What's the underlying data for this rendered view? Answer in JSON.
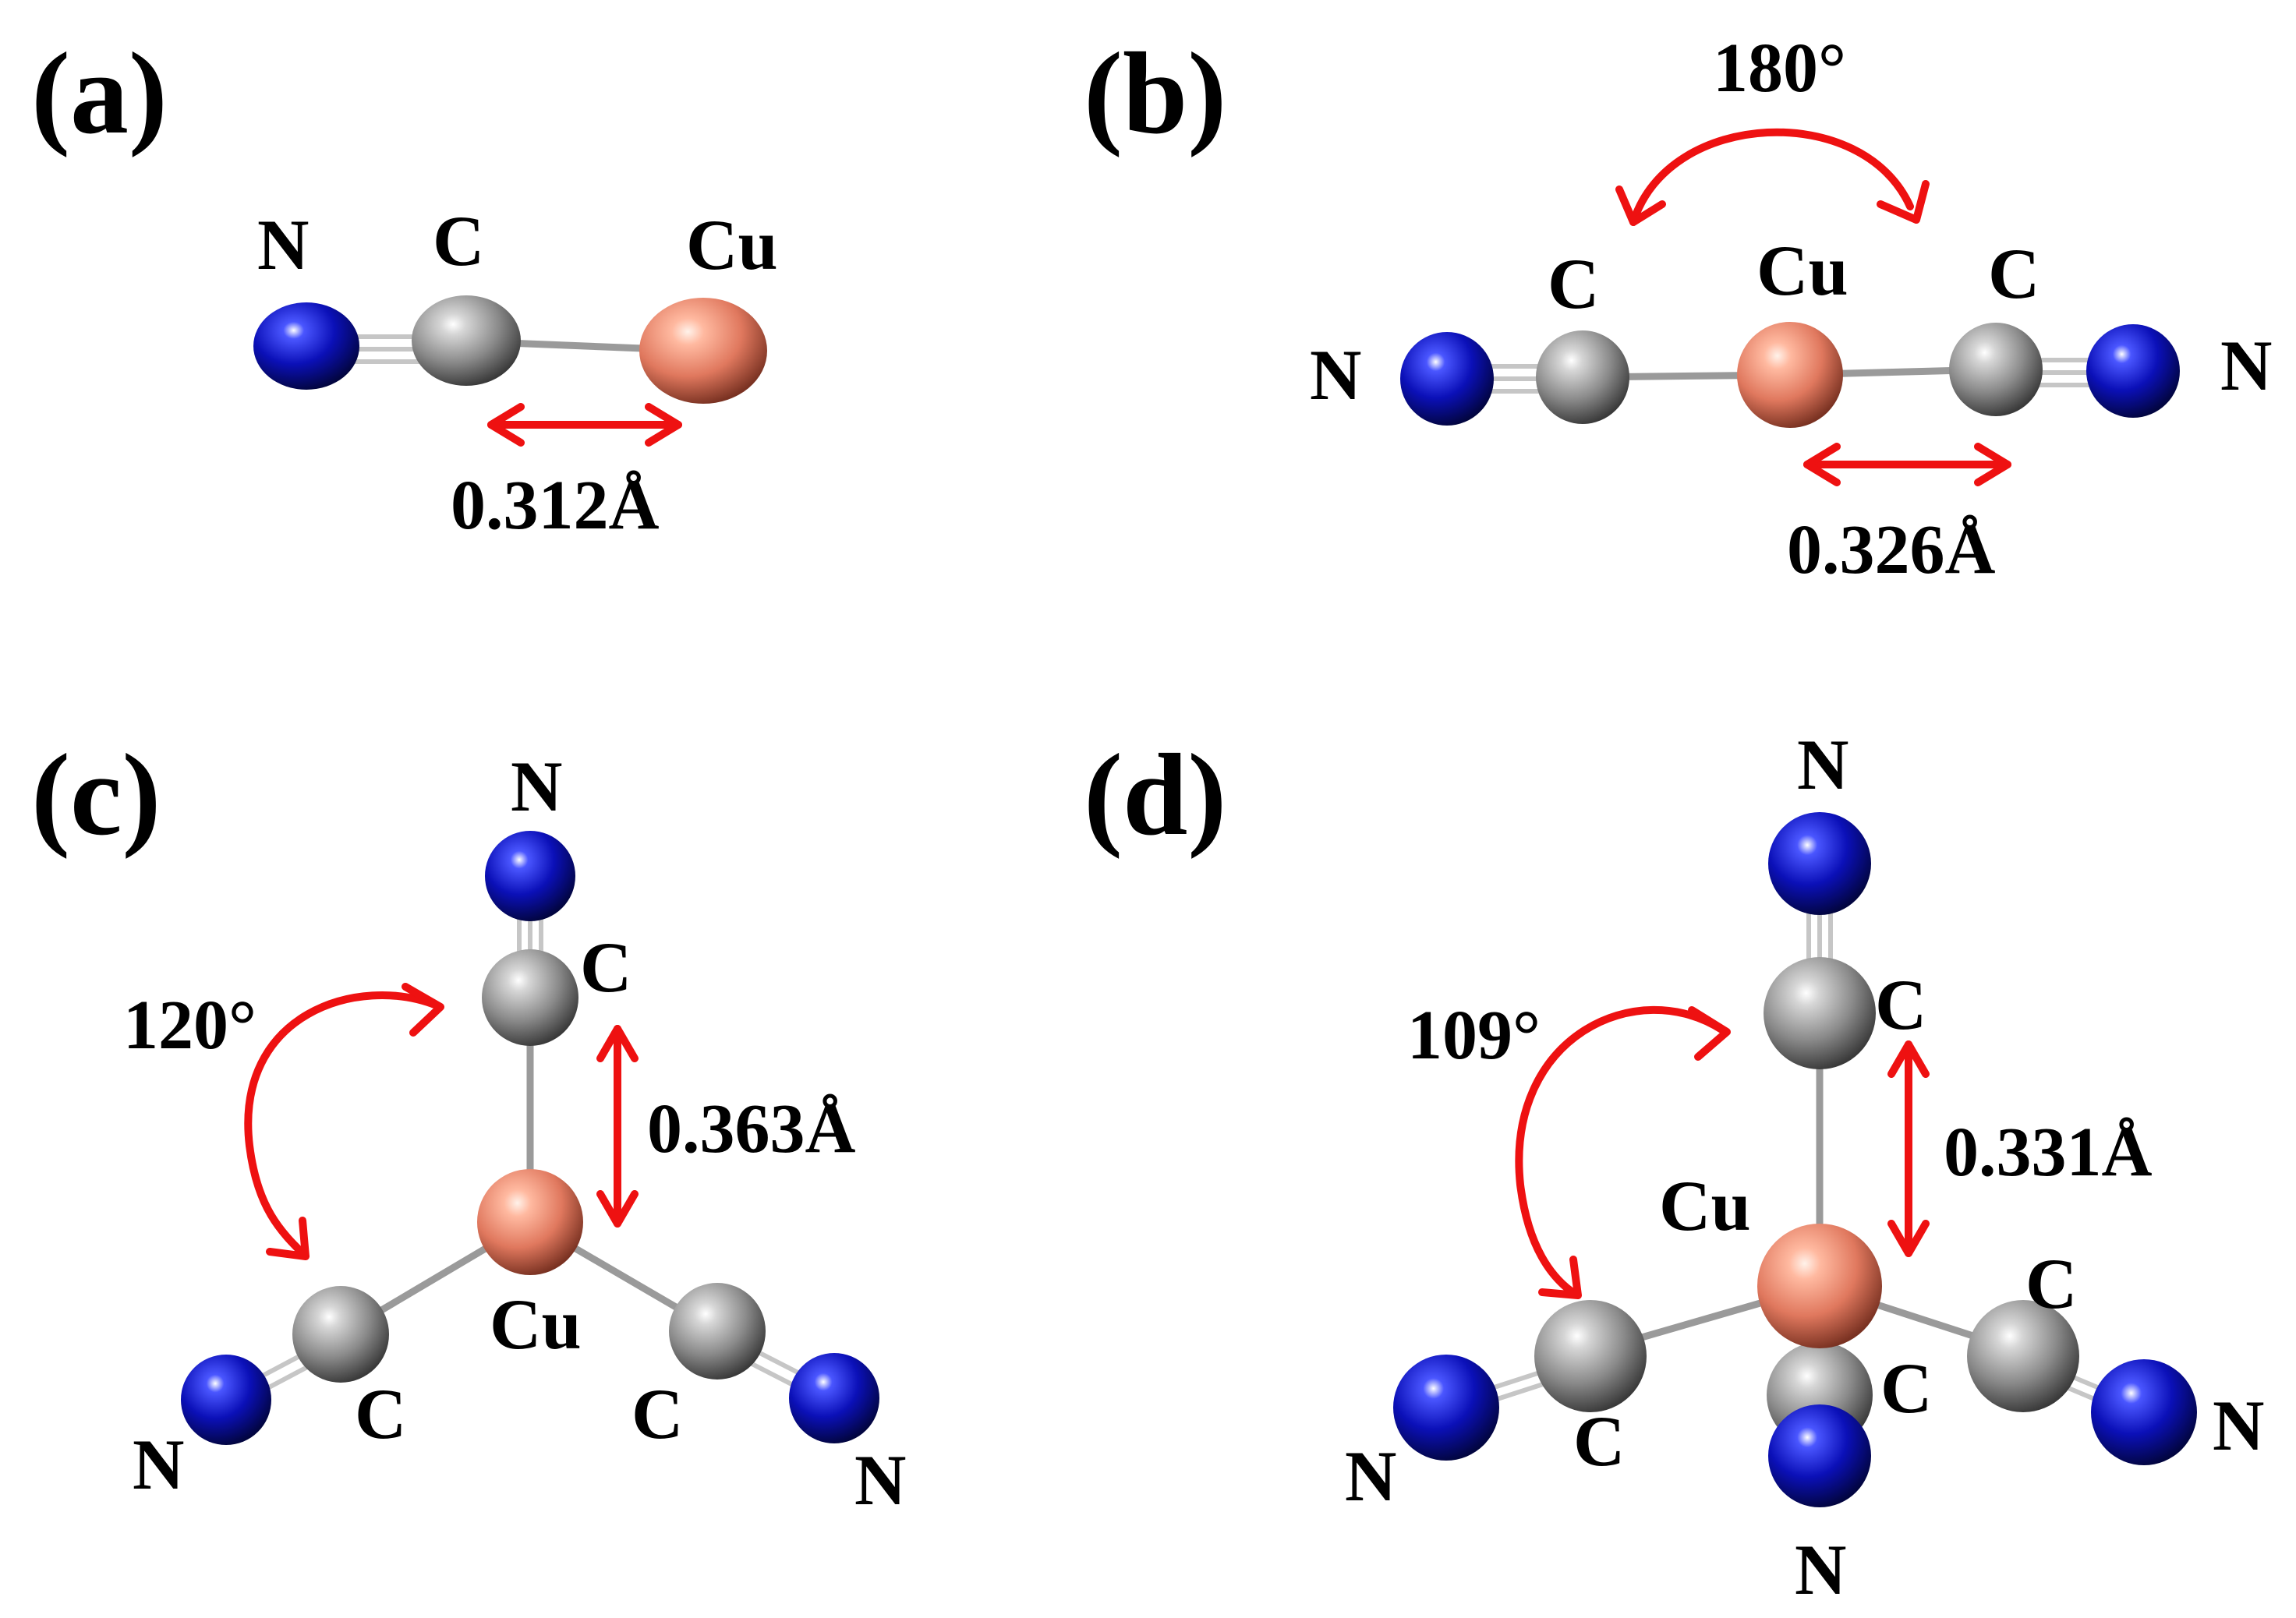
{
  "panels": [
    {
      "id": "a",
      "label": "(a)",
      "atoms": [
        "N",
        "C",
        "Cu"
      ],
      "distance": "0.312Å"
    },
    {
      "id": "b",
      "label": "(b)",
      "atoms": [
        "N",
        "C",
        "Cu",
        "C",
        "N"
      ],
      "distance": "0.326Å",
      "angle": "180°"
    },
    {
      "id": "c",
      "label": "(c)",
      "atoms": [
        "N",
        "C",
        "Cu",
        "C",
        "N",
        "C",
        "N"
      ],
      "distance": "0.363Å",
      "angle": "120°"
    },
    {
      "id": "d",
      "label": "(d)",
      "atoms": [
        "N",
        "C",
        "Cu",
        "C",
        "N",
        "C",
        "N",
        "C",
        "N"
      ],
      "distance": "0.331Å",
      "angle": "109°"
    }
  ],
  "colors": {
    "nitrogen": "#0b10b8",
    "carbon": "#8a8a8a",
    "copper": "#e98a70",
    "arrow": "#ee1111"
  }
}
